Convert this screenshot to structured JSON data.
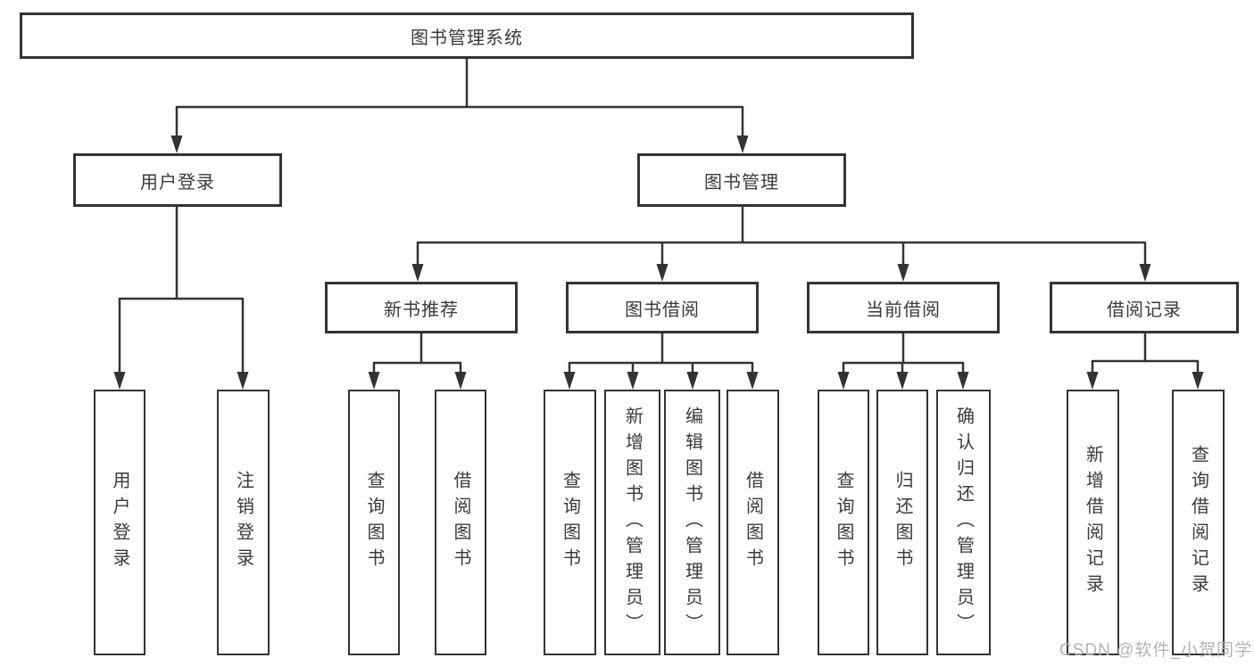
{
  "diagram": {
    "root": {
      "label": "图书管理系统"
    },
    "level2": [
      {
        "label": "用户登录"
      },
      {
        "label": "图书管理"
      }
    ],
    "level3": [
      {
        "label": "新书推荐",
        "parent": "图书管理"
      },
      {
        "label": "图书借阅",
        "parent": "图书管理"
      },
      {
        "label": "当前借阅",
        "parent": "图书管理"
      },
      {
        "label": "借阅记录",
        "parent": "图书管理"
      }
    ],
    "leaves": [
      {
        "label": "用户登录",
        "parent": "用户登录"
      },
      {
        "label": "注销登录",
        "parent": "用户登录"
      },
      {
        "label": "查询图书",
        "parent": "新书推荐"
      },
      {
        "label": "借阅图书",
        "parent": "新书推荐"
      },
      {
        "label": "查询图书",
        "parent": "图书借阅"
      },
      {
        "label": "新增图书（管理员）",
        "parent": "图书借阅"
      },
      {
        "label": "编辑图书（管理员）",
        "parent": "图书借阅"
      },
      {
        "label": "借阅图书",
        "parent": "图书借阅"
      },
      {
        "label": "查询图书",
        "parent": "当前借阅"
      },
      {
        "label": "归还图书",
        "parent": "当前借阅"
      },
      {
        "label": "确认归还（管理员）",
        "parent": "当前借阅"
      },
      {
        "label": "新增借阅记录",
        "parent": "借阅记录"
      },
      {
        "label": "查询借阅记录",
        "parent": "借阅记录"
      }
    ]
  },
  "watermark": {
    "text": "CSDN @软件_小贺同学"
  },
  "colors": {
    "line": "#333333",
    "text": "#3a3a3a",
    "background": "#ffffff",
    "watermark": "#b3b3b3"
  }
}
